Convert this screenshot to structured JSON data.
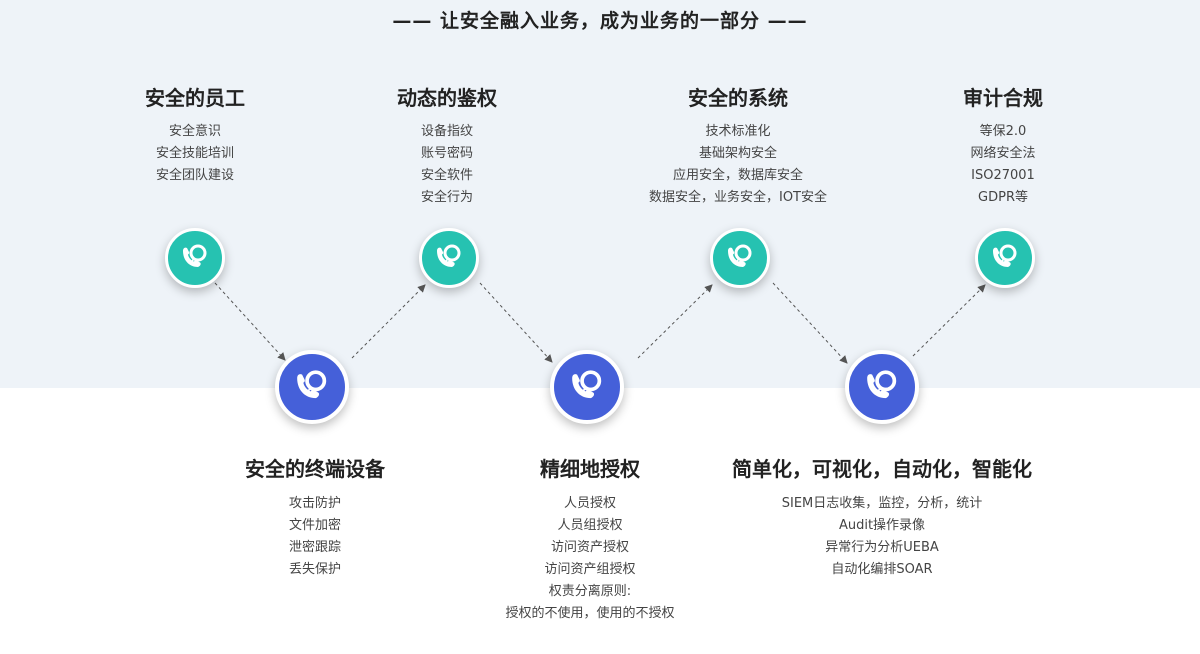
{
  "header": {
    "title": "—— 让安全融入业务，成为业务的一部分 ——"
  },
  "nodes": [
    {
      "title": "安全的员工",
      "items": [
        "安全意识",
        "安全技能培训",
        "安全团队建设"
      ]
    },
    {
      "title": "动态的鉴权",
      "items": [
        "设备指纹",
        "账号密码",
        "安全软件",
        "安全行为"
      ]
    },
    {
      "title": "安全的系统",
      "items": [
        "技术标准化",
        "基础架构安全",
        "应用安全，数据库安全",
        "数据安全，业务安全，IOT安全"
      ]
    },
    {
      "title": "审计合规",
      "items": [
        "等保2.0",
        "网络安全法",
        "ISO27001",
        "GDPR等"
      ]
    },
    {
      "title": "安全的终端设备",
      "items": [
        "攻击防护",
        "文件加密",
        "泄密跟踪",
        "丢失保护"
      ]
    },
    {
      "title": "精细地授权",
      "items": [
        "人员授权",
        "人员组授权",
        "访问资产授权",
        "访问资产组授权",
        "权责分离原则:",
        "授权的不使用，使用的不授权"
      ]
    },
    {
      "title": "简单化，可视化，自动化，智能化",
      "items": [
        "SIEM日志收集，监控，分析，统计",
        "Audit操作录像",
        "异常行为分析UEBA",
        "自动化编排SOAR"
      ]
    }
  ],
  "icon": "phone-chat-icon",
  "colors": {
    "teal": "#26c2b1",
    "blue": "#4560d9",
    "band": "#eef3f8",
    "line": "#555555"
  }
}
